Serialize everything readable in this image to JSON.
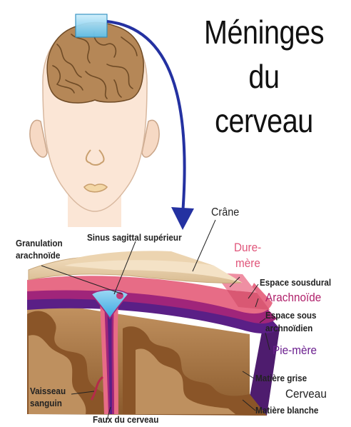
{
  "title": {
    "line1": "Méninges",
    "line2": "du",
    "line3": "cerveau"
  },
  "labels": {
    "crane": "Crâne",
    "granulation_line1": "Granulation",
    "granulation_line2": "arachnoïde",
    "sinus": "Sinus sagittal supérieur",
    "dure_line1": "Dure-",
    "dure_line2": "mère",
    "espace_sousdural": "Espace sousdural",
    "arachnoide": "Arachnoïde",
    "espace_sous_line1": "Espace sous",
    "espace_sous_line2": "archnoïdien",
    "pie_mere": "Pie-mère",
    "matiere_grise": "Matière grise",
    "cerveau": "Cerveau",
    "matiere_blanche": "Matière blanche",
    "vaisseau_line1": "Vaisseau",
    "vaisseau_line2": "sanguin",
    "faux": "Faux du cerveau"
  },
  "colors": {
    "skin": "#fbe6d6",
    "brain": "#b58757",
    "dura": "#e76c86",
    "arachnoid": "#a0257a",
    "pia": "#5a1f86",
    "grey_matter": "#9b6233",
    "white_matter": "#bf9361",
    "bone": "#e8cfa9",
    "sinus": "#58b8e8",
    "arrow": "#2431a1"
  }
}
